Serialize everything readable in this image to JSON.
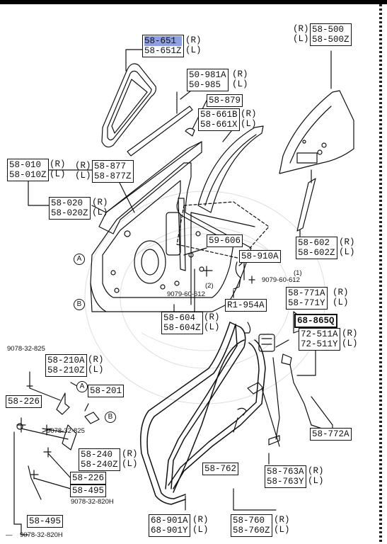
{
  "colors": {
    "highlight": "#8fa0e0",
    "ink": "#111111"
  },
  "callouts": {
    "p58651": {
      "r": "58-651",
      "l": "58-651Z",
      "rs": "(R)",
      "ls": "(L)"
    },
    "p50981": {
      "r": "50-981A",
      "l": "50-985",
      "rs": "(R)",
      "ls": "(L)"
    },
    "p58879": {
      "r": "58-879"
    },
    "p58661": {
      "r": "58-661B",
      "l": "58-661X",
      "rs": "(R)",
      "ls": "(L)"
    },
    "p58500": {
      "r": "58-500",
      "l": "58-500Z",
      "rs": "(R)",
      "ls": "(L)"
    },
    "p58010": {
      "r": "58-010",
      "l": "58-010Z",
      "rs": "(R)",
      "ls": "(L)"
    },
    "p58877": {
      "r": "58-877",
      "l": "58-877Z",
      "rs": "(R)",
      "ls": "(L)"
    },
    "p58020": {
      "r": "58-020",
      "l": "58-020Z",
      "rs": "(R)",
      "ls": "(L)"
    },
    "p59606": {
      "r": "59-606"
    },
    "p58602": {
      "r": "58-602",
      "l": "58-602Z",
      "rs": "(R)",
      "ls": "(L)"
    },
    "p58910": {
      "r": "58-910A"
    },
    "p58771": {
      "r": "58-771A",
      "l": "58-771Y",
      "rs": "(R)",
      "ls": "(L)"
    },
    "pR1954": {
      "r": "R1-954A"
    },
    "p58604": {
      "r": "58-604",
      "l": "58-604Z",
      "rs": "(R)",
      "ls": "(L)"
    },
    "p68865": {
      "r": "68-865Q"
    },
    "p72511": {
      "r": "72-511A",
      "l": "72-511Y",
      "rs": "(R)",
      "ls": "(L)"
    },
    "p58210": {
      "r": "58-210A",
      "l": "58-210Z",
      "rs": "(R)",
      "ls": "(L)"
    },
    "p58201": {
      "r": "58-201"
    },
    "p58226a": {
      "r": "58-226"
    },
    "p58772": {
      "r": "58-772A"
    },
    "p58240": {
      "r": "58-240",
      "l": "58-240Z",
      "rs": "(R)",
      "ls": "(L)"
    },
    "p58226b": {
      "r": "58-226"
    },
    "p58495a": {
      "r": "58-495"
    },
    "p58762": {
      "r": "58-762"
    },
    "p58763": {
      "r": "58-763A",
      "l": "58-763Y",
      "rs": "(R)",
      "ls": "(L)"
    },
    "p58495b": {
      "r": "58-495"
    },
    "p68901": {
      "r": "68-901A",
      "l": "68-901Y",
      "rs": "(R)",
      "ls": "(L)"
    },
    "p58760": {
      "r": "58-760",
      "l": "58-760Z",
      "rs": "(R)",
      "ls": "(L)"
    }
  },
  "bolts": {
    "b1": "9078-32-825",
    "b2": "9078-32-825",
    "b3": "9078-32-820H",
    "b4": "9078-32-820H",
    "b5": "9079-60-612",
    "b6": "9079-60-612",
    "n1": "(1)",
    "n2": "(2)"
  },
  "refs": {
    "a1": "A",
    "b1": "B",
    "a2": "A",
    "b2": "B"
  }
}
